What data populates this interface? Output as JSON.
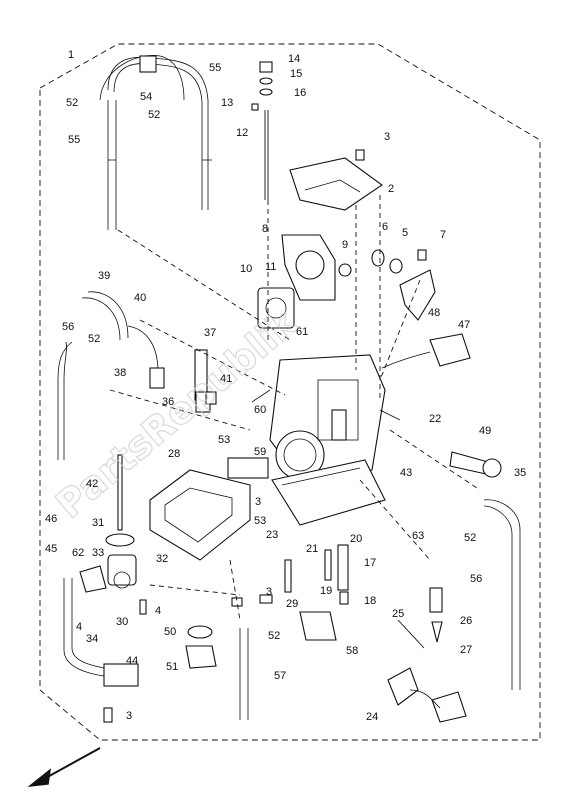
{
  "watermark": "PartsRepublik",
  "callouts": [
    "1",
    "2",
    "3",
    "3",
    "3",
    "3",
    "4",
    "4",
    "5",
    "6",
    "7",
    "8",
    "9",
    "10",
    "11",
    "12",
    "13",
    "14",
    "15",
    "16",
    "17",
    "18",
    "19",
    "20",
    "21",
    "22",
    "23",
    "24",
    "25",
    "26",
    "27",
    "28",
    "29",
    "30",
    "31",
    "32",
    "33",
    "34",
    "35",
    "36",
    "37",
    "38",
    "39",
    "40",
    "41",
    "42",
    "43",
    "44",
    "45",
    "46",
    "47",
    "48",
    "49",
    "50",
    "51",
    "52",
    "52",
    "52",
    "52",
    "52",
    "53",
    "53",
    "54",
    "55",
    "55",
    "56",
    "56",
    "57",
    "58",
    "59",
    "60",
    "61",
    "62",
    "63"
  ]
}
